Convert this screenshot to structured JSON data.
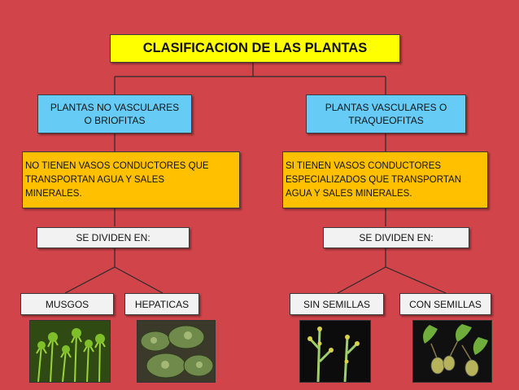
{
  "title": "CLASIFICACION DE LAS PLANTAS",
  "left": {
    "heading": "PLANTAS NO VASCULARES\nO BRIOFITAS",
    "description": "NO TIENEN VASOS CONDUCTORES QUE\nTRANSPORTAN AGUA Y SALES\nMINERALES.",
    "divide": "SE DIVIDEN EN:",
    "groups": [
      "MUSGOS",
      "HEPATICAS"
    ],
    "images": [
      "moss-photo",
      "liverwort-photo"
    ]
  },
  "right": {
    "heading": "PLANTAS  VASCULARES O\nTRAQUEOFITAS",
    "description": "SI TIENEN VASOS CONDUCTORES\nESPECIALIZADOS QUE TRANSPORTAN\nAGUA Y SALES MINERALES.",
    "divide": "SE DIVIDEN EN:",
    "groups": [
      "SIN SEMILLAS",
      "CON SEMILLAS"
    ],
    "images": [
      "psilotum-photo",
      "ginkgo-photo"
    ]
  },
  "colors": {
    "background": "#d0444a",
    "title": "#ffff00",
    "heading": "#66ccf5",
    "description": "#ffc000",
    "group": "#f2f2f2",
    "connector": "#2b2b2b"
  }
}
